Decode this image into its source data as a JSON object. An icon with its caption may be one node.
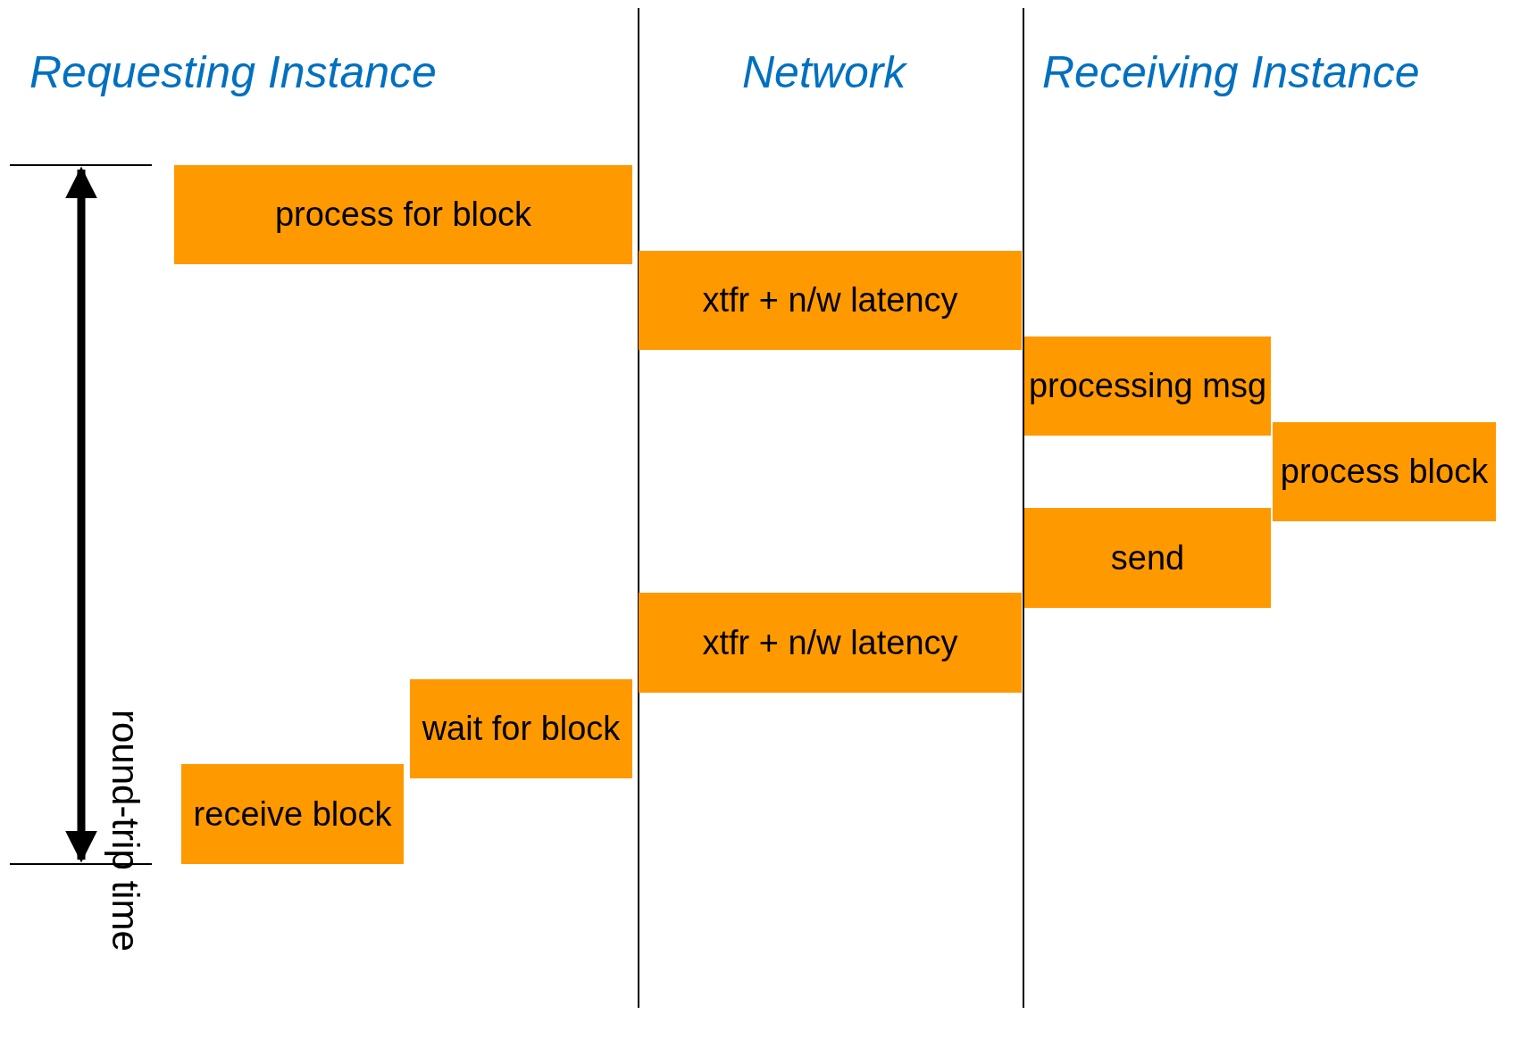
{
  "diagram": {
    "nodes": [
      {
        "text": [
          "process for block"
        ]
      },
      {
        "text": [
          "xtfr + n/w latency"
        ]
      },
      {
        "text": [
          "processing msg"
        ]
      },
      {
        "text": [
          "process block"
        ]
      },
      {
        "text": [
          "send"
        ]
      },
      {
        "text": [
          "xtfr + n/w latency"
        ]
      },
      {
        "text": [
          "wait for block"
        ]
      },
      {
        "text": [
          "receive block"
        ]
      }
    ],
    "labels": [
      "Requesting Instance",
      "Network",
      "Receiving Instance",
      "round-trip time"
    ]
  }
}
